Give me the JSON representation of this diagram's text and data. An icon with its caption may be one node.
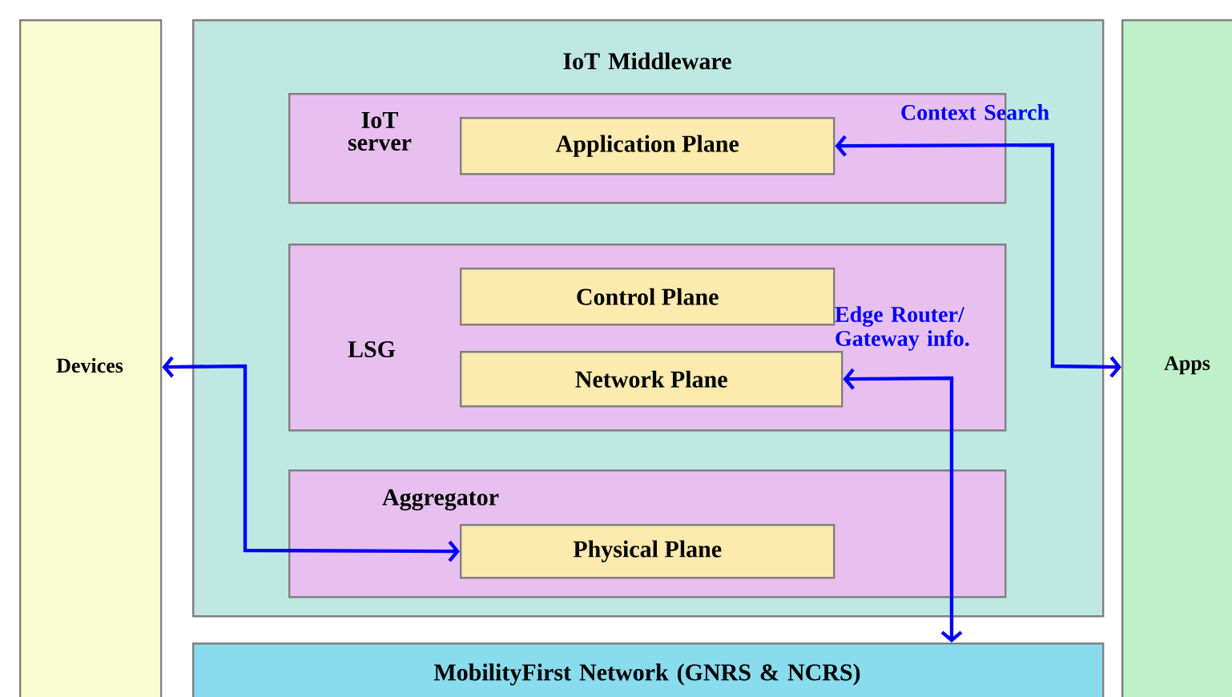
{
  "diagram": {
    "nodes": [
      {
        "text": [
          "Devices"
        ]
      },
      {
        "text": [
          "IoT Middleware"
        ]
      },
      {
        "text": [
          "IoT server"
        ],
        "in": 1
      },
      {
        "text": [
          "Application Plane"
        ],
        "in": 2
      },
      {
        "text": [
          "LSG"
        ],
        "in": 1
      },
      {
        "text": [
          "Control Plane"
        ],
        "in": 4
      },
      {
        "text": [
          "Network Plane"
        ],
        "in": 4
      },
      {
        "text": [
          "Aggregator"
        ],
        "in": 1
      },
      {
        "text": [
          "Physical Plane"
        ],
        "in": 7
      },
      {
        "text": [
          "MobilityFirst Network (GNRS & NCRS)"
        ]
      },
      {
        "text": [
          "Apps"
        ]
      }
    ],
    "edges": [
      {
        "from": 0,
        "to": 8,
        "arrow": "both"
      },
      {
        "from": 3,
        "to": 10,
        "arrow": "both",
        "label": "Context Search"
      },
      {
        "from": 6,
        "to": 9,
        "arrow": "both",
        "label": "Edge Router/ Gateway info."
      }
    ]
  }
}
